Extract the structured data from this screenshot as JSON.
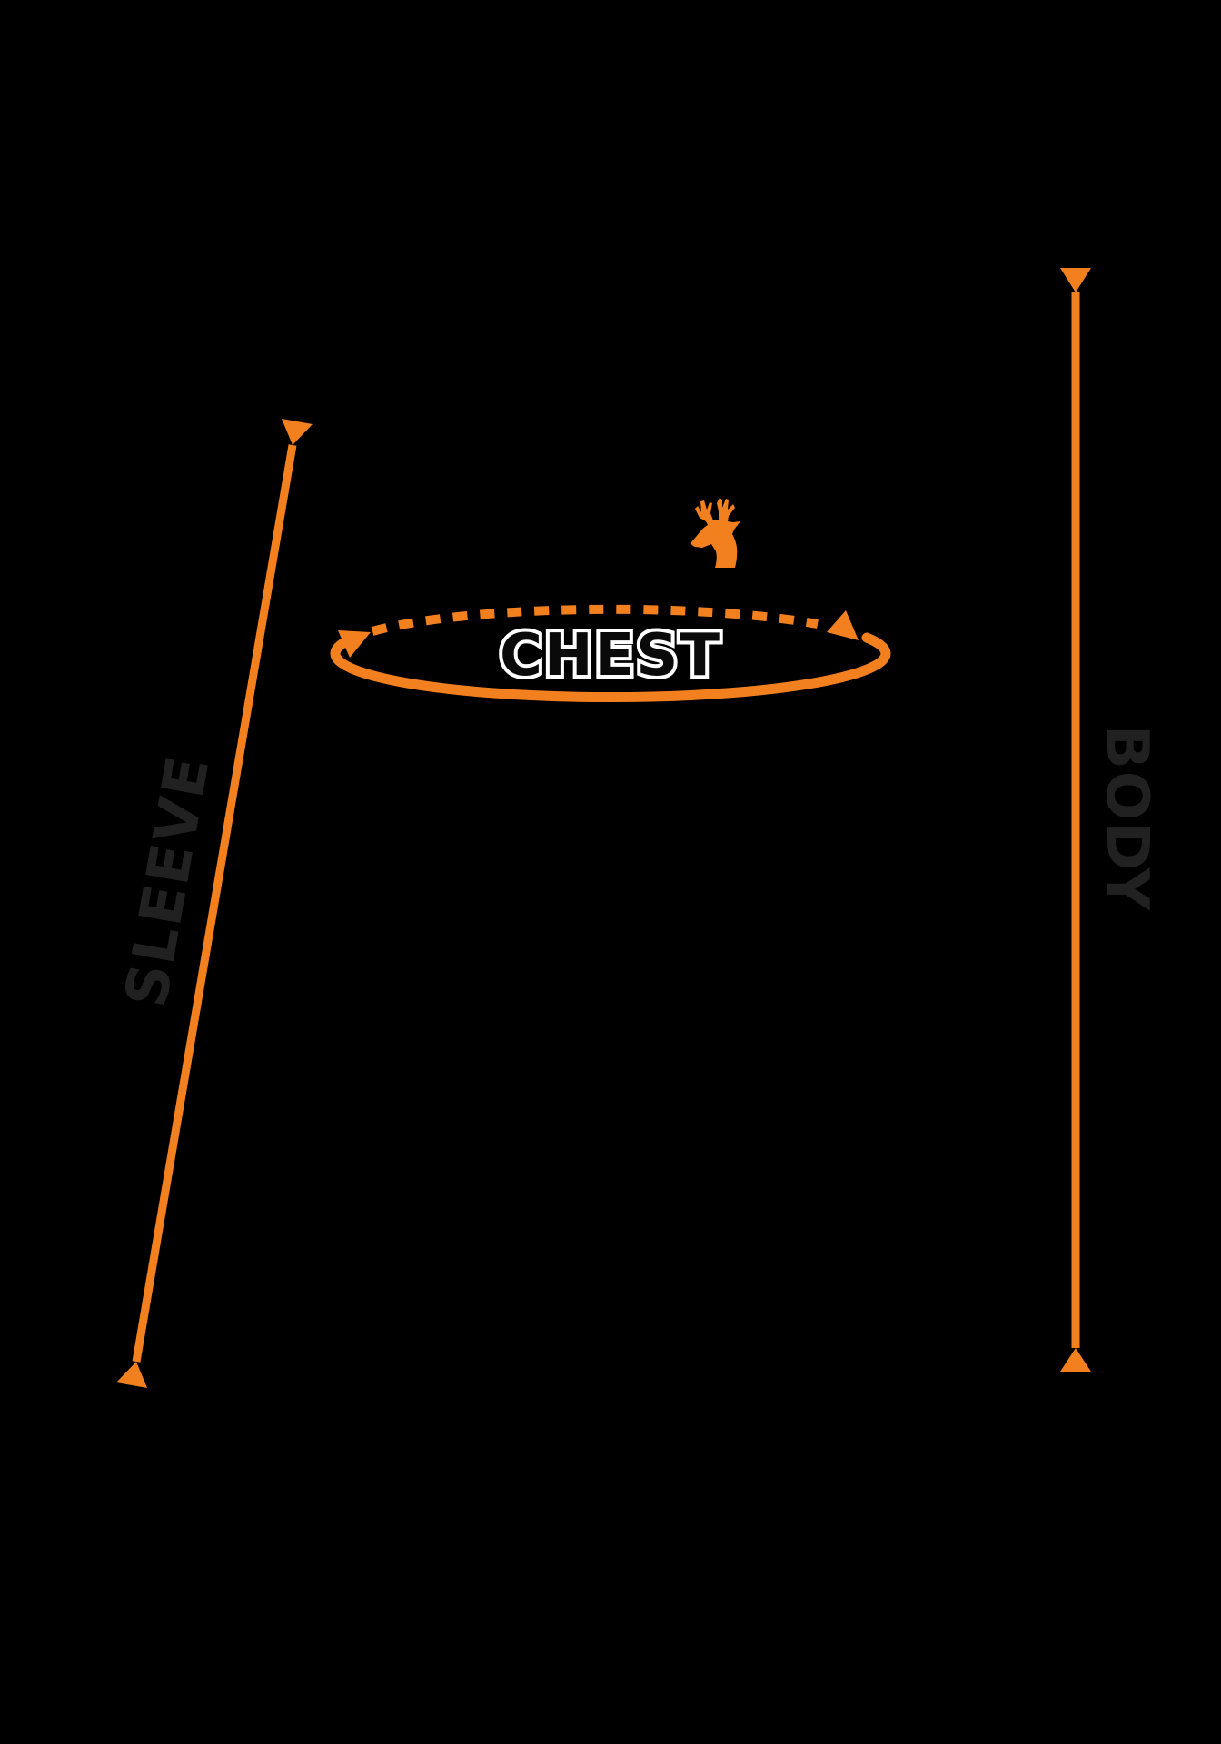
{
  "labels": {
    "chest": "CHEST",
    "sleeve": "SLEEVE",
    "body": "BODY"
  },
  "icons": {
    "logo": "deer-head-icon"
  },
  "colors": {
    "background": "#000000",
    "accent_orange": "#F2801F",
    "label_gray": "#212121",
    "chest_text_fill": "#0A0A0A",
    "chest_text_outline": "#FFFFFF"
  }
}
